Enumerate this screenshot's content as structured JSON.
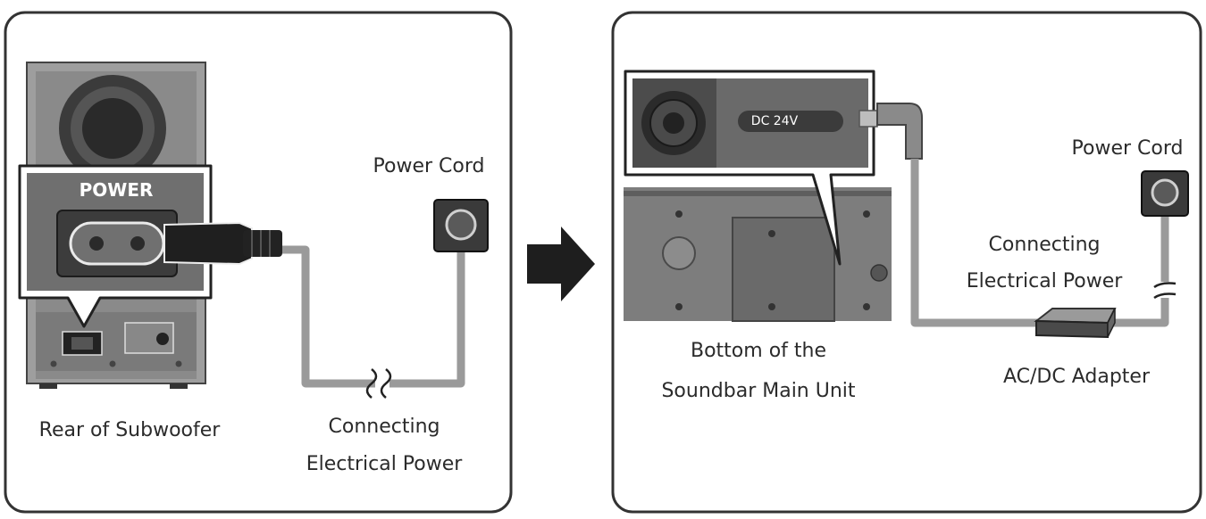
{
  "left_panel": {
    "rear_subwoofer_label": "Rear of Subwoofer",
    "power_port_label": "POWER",
    "power_cord_label": "Power Cord",
    "connecting_line1": "Connecting",
    "connecting_line2": "Electrical Power"
  },
  "right_panel": {
    "dc_label": "DC 24V",
    "power_cord_label": "Power Cord",
    "connecting_line1": "Connecting",
    "connecting_line2": "Electrical Power",
    "bottom_line1": "Bottom of the",
    "bottom_line2": "Soundbar Main Unit",
    "adapter_label": "AC/DC Adapter"
  },
  "icons": [
    "arrow-right-icon",
    "wall-outlet-icon",
    "power-plug-icon",
    "cable-break-icon"
  ]
}
